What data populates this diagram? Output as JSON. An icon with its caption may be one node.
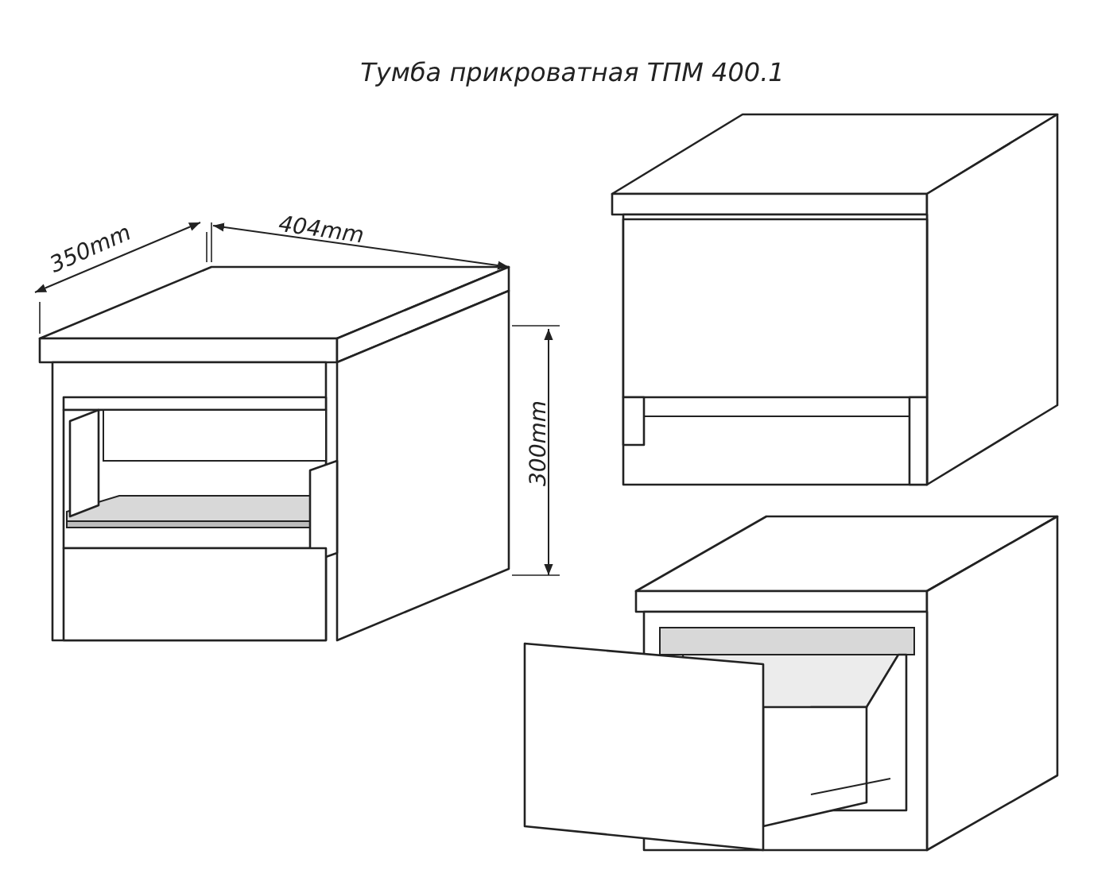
{
  "diagram": {
    "title": "Тумба прикроватная ТПМ 400.1",
    "labels": [
      "350mm",
      "404mm",
      "300mm"
    ]
  }
}
